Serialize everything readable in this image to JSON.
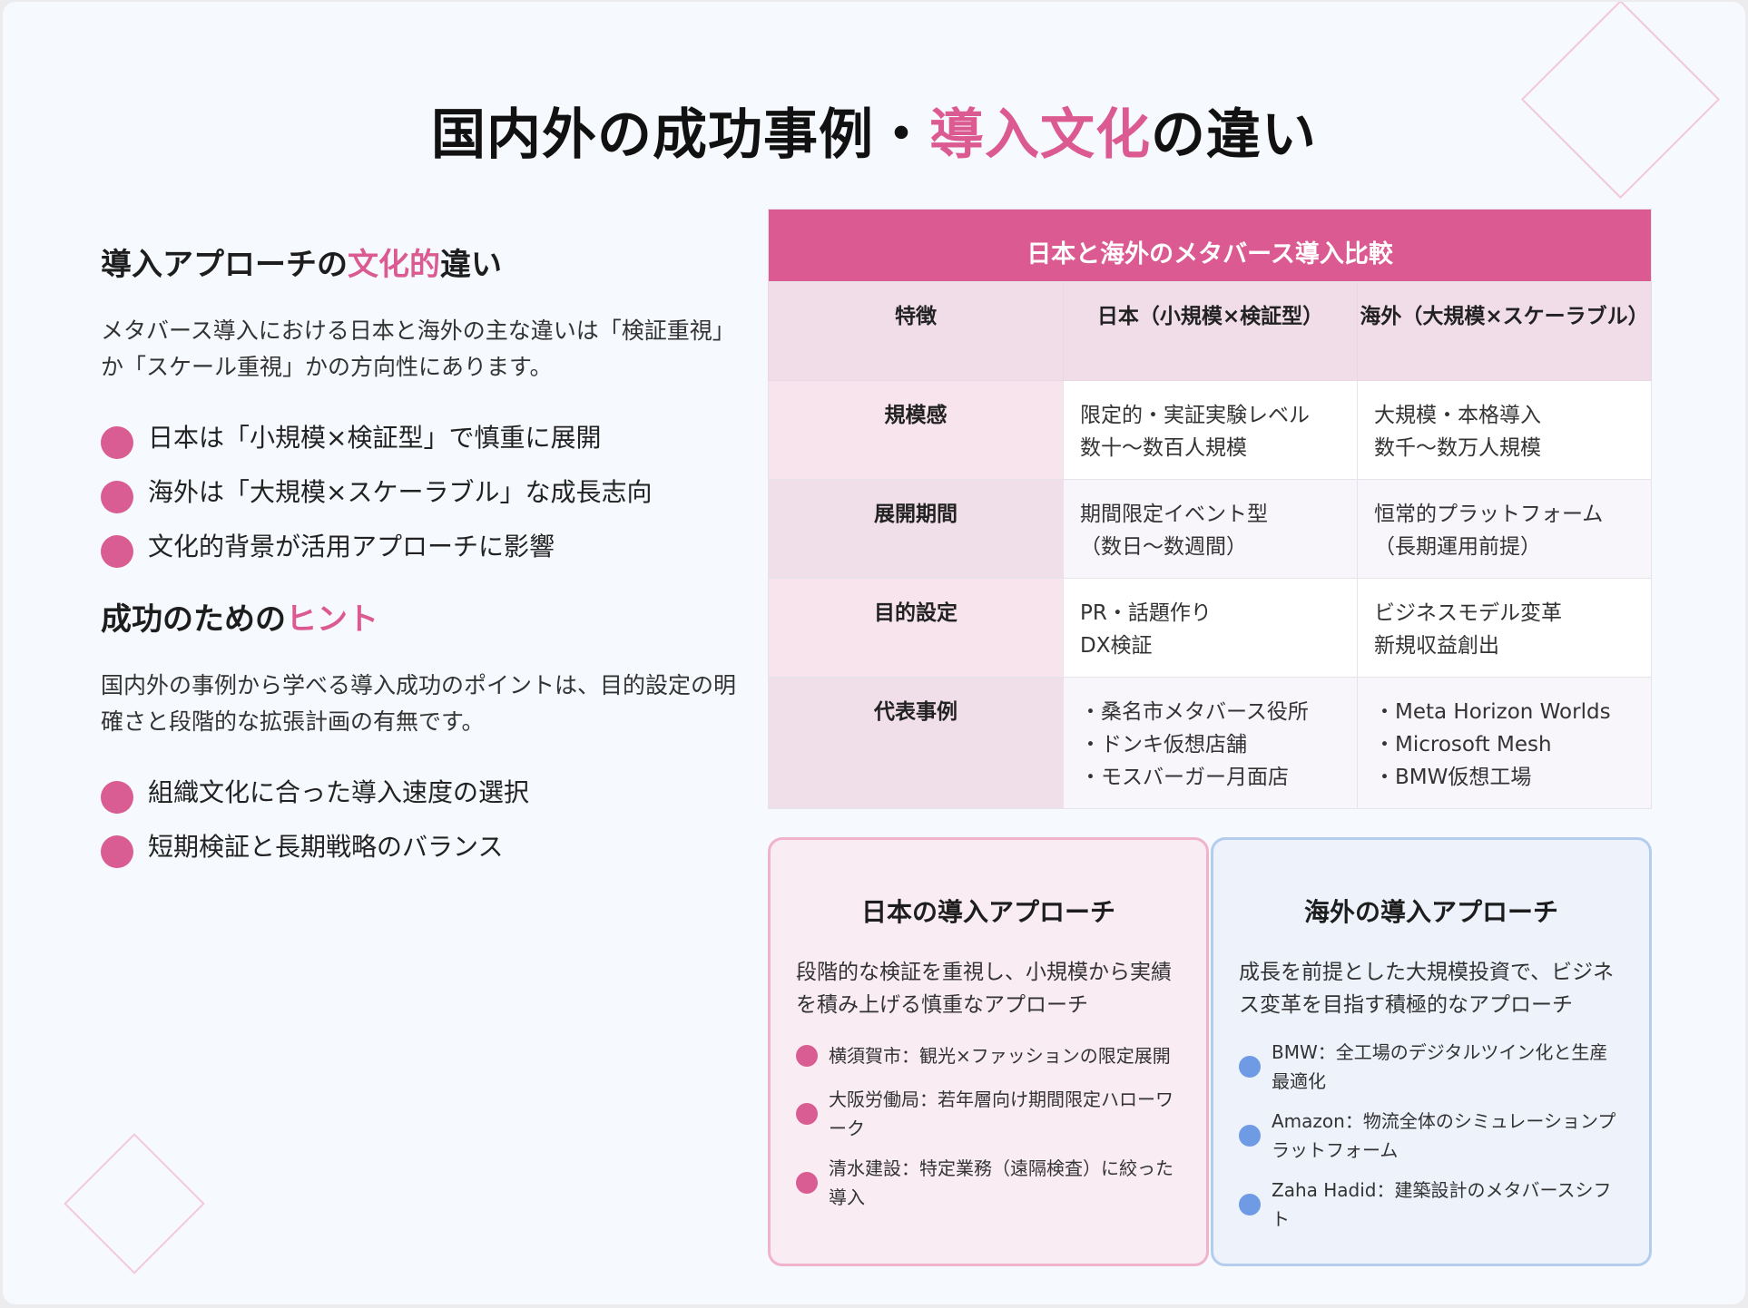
{
  "title": {
    "part1": "国内外の成功事例・",
    "highlight": "導入文化",
    "part2": "の違い"
  },
  "left": {
    "section1": {
      "heading_pre": "導入アプローチの",
      "heading_highlight": "文化的",
      "heading_post": "違い",
      "paragraph": "メタバース導入における日本と海外の主な違いは「検証重視」か「スケール重視」かの方向性にあります。",
      "bullets": [
        "日本は「小規模×検証型」で慎重に展開",
        "海外は「大規模×スケーラブル」な成長志向",
        "文化的背景が活用アプローチに影響"
      ]
    },
    "section2": {
      "heading_pre": "成功のための",
      "heading_highlight": "ヒント",
      "paragraph": "国内外の事例から学べる導入成功のポイントは、目的設定の明確さと段階的な拡張計画の有無です。",
      "bullets": [
        "組織文化に合った導入速度の選択",
        "短期検証と長期戦略のバランス"
      ]
    }
  },
  "table": {
    "caption": "日本と海外のメタバース導入比較",
    "headers": [
      "特徴",
      "日本（小規模×検証型）",
      "海外（大規模×スケーラブル）"
    ],
    "rows": [
      {
        "feature": "規模感",
        "japan": [
          "限定的・実証実験レベル",
          "数十〜数百人規模"
        ],
        "overseas": [
          "大規模・本格導入",
          "数千〜数万人規模"
        ]
      },
      {
        "feature": "展開期間",
        "japan": [
          "期間限定イベント型",
          "（数日〜数週間）"
        ],
        "overseas": [
          "恒常的プラットフォーム",
          "（長期運用前提）"
        ]
      },
      {
        "feature": "目的設定",
        "japan": [
          "PR・話題作り",
          "DX検証"
        ],
        "overseas": [
          "ビジネスモデル変革",
          "新規収益創出"
        ]
      },
      {
        "feature": "代表事例",
        "japan": [
          "・桑名市メタバース役所",
          "・ドンキ仮想店舗",
          "・モスバーガー月面店"
        ],
        "overseas": [
          "・Meta Horizon Worlds",
          "・Microsoft Mesh",
          "・BMW仮想工場"
        ]
      }
    ]
  },
  "cards": {
    "japan": {
      "title": "日本の導入アプローチ",
      "description": "段階的な検証を重視し、小規模から実績を積み上げる慎重なアプローチ",
      "examples": [
        "横須賀市：観光×ファッションの限定展開",
        "大阪労働局：若年層向け期間限定ハローワーク",
        "清水建設：特定業務（遠隔検査）に絞った導入"
      ]
    },
    "overseas": {
      "title": "海外の導入アプローチ",
      "description": "成長を前提とした大規模投資で、ビジネス変革を目指す積極的なアプローチ",
      "examples": [
        "BMW：全工場のデジタルツイン化と生産最適化",
        "Amazon：物流全体のシミュレーションプラットフォーム",
        "Zaha Hadid：建築設計のメタバースシフト"
      ]
    }
  },
  "colors": {
    "accent_pink": "#dc5a92",
    "accent_blue": "#6f9ae4"
  }
}
